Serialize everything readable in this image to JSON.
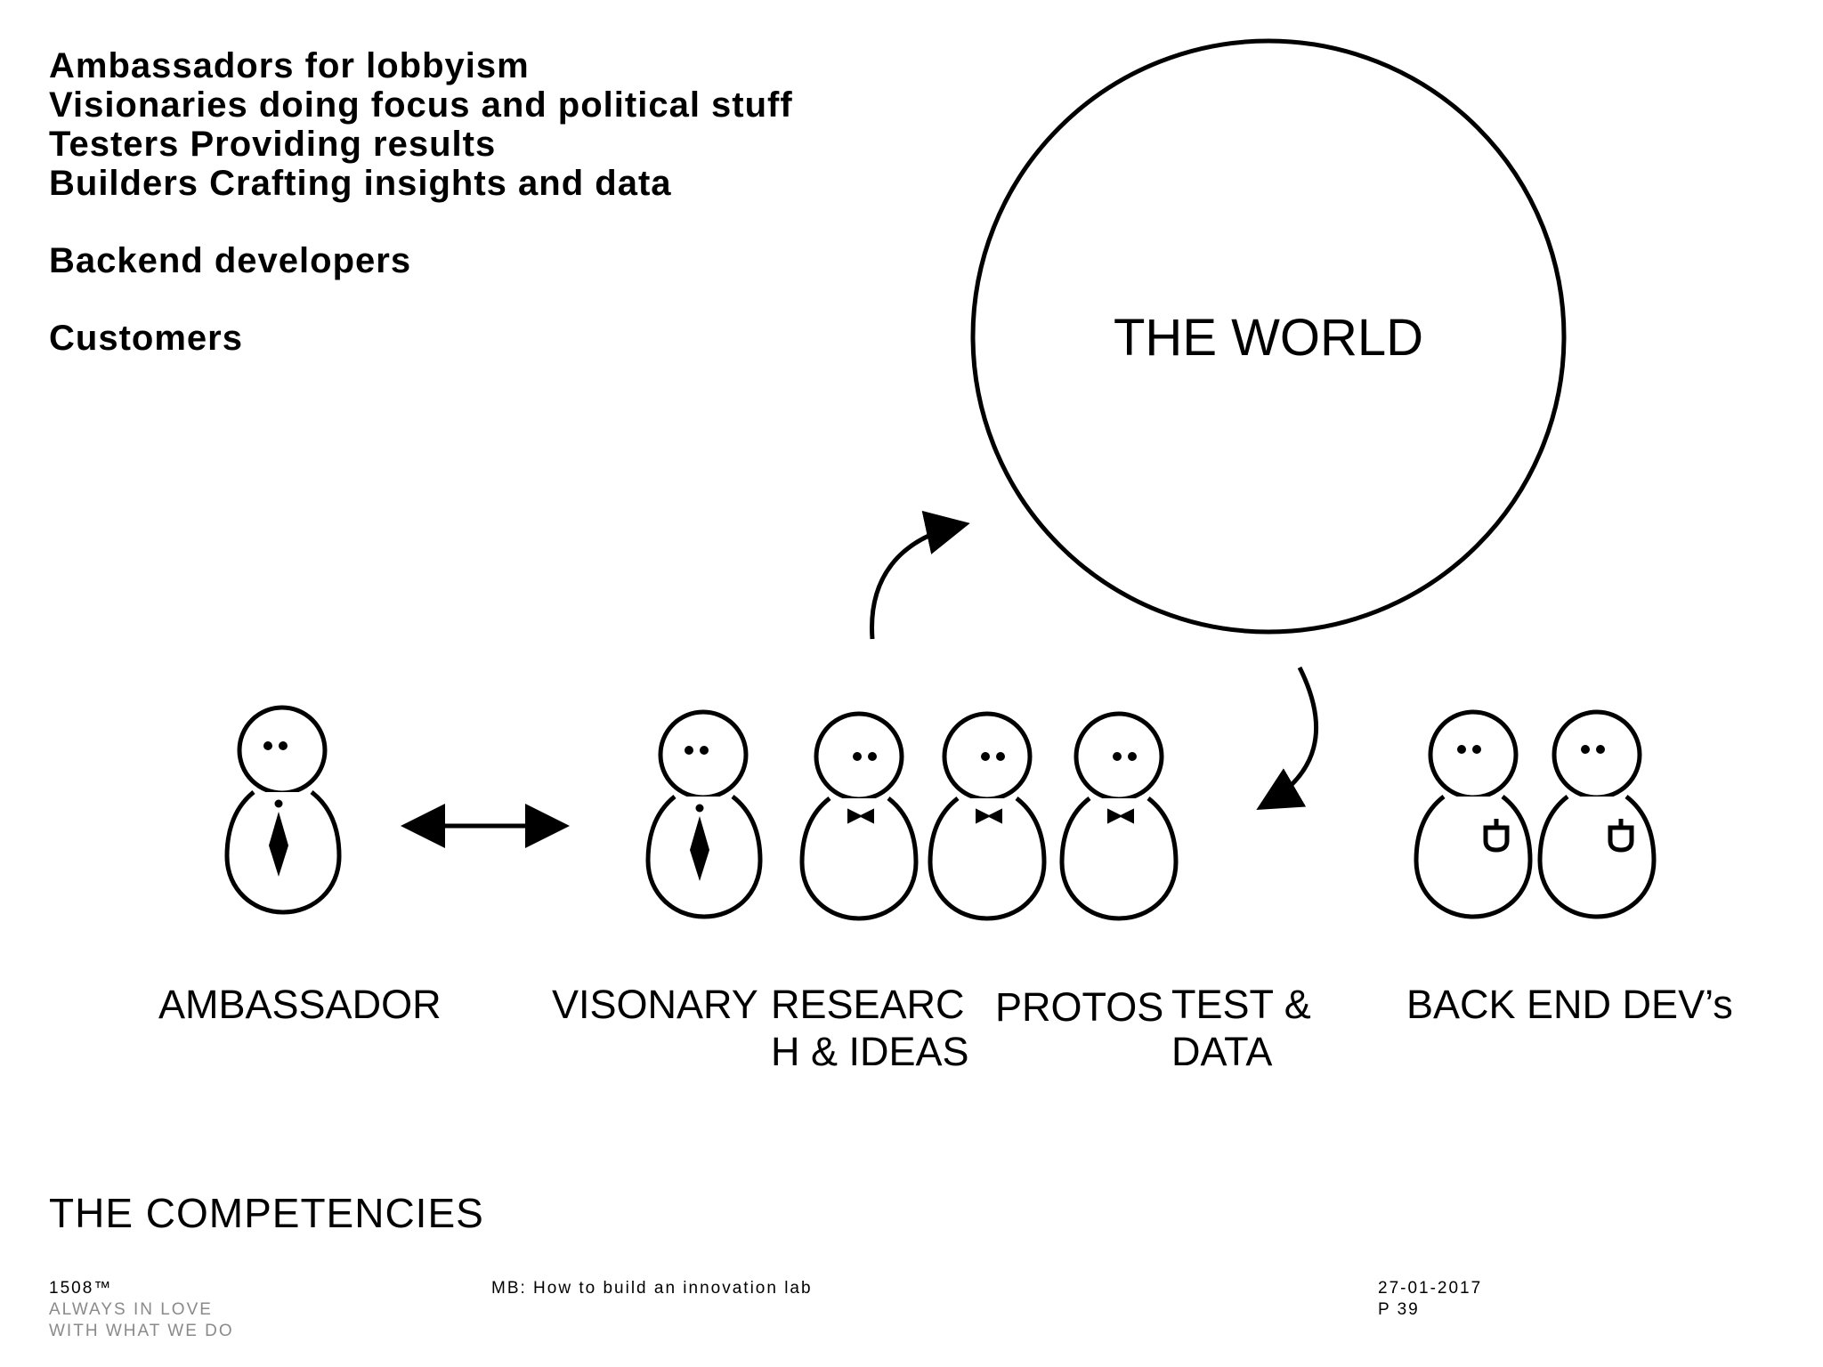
{
  "intro": {
    "lines": [
      "Ambassadors for lobbyism",
      "Visionaries doing focus and political stuff",
      "Testers Providing results",
      "Builders Crafting insights and data",
      "Backend developers",
      "Customers"
    ]
  },
  "world": {
    "label": "THE WORLD"
  },
  "roles": {
    "ambassador": "AMBASSADOR",
    "visionary": "VISONARY",
    "research_line1": "RESEARC",
    "research_line2": "H & IDEAS",
    "protos": "PROTOS",
    "test_line1": "TEST &",
    "test_line2": "DATA",
    "backend": "BACK END DEV’s"
  },
  "section_title": "THE COMPETENCIES",
  "footer": {
    "brand": "1508™",
    "tagline_line1": "ALWAYS IN  LOVE",
    "tagline_line2": "WITH WHAT WE DO",
    "doc_title": "MB: How to build an innovation lab",
    "date": "27-01-2017",
    "page": "P 39"
  },
  "icons": [
    "person-tie-icon",
    "person-bowtie-icon",
    "person-pocket-icon",
    "double-arrow-icon",
    "curved-arrow-icon"
  ]
}
